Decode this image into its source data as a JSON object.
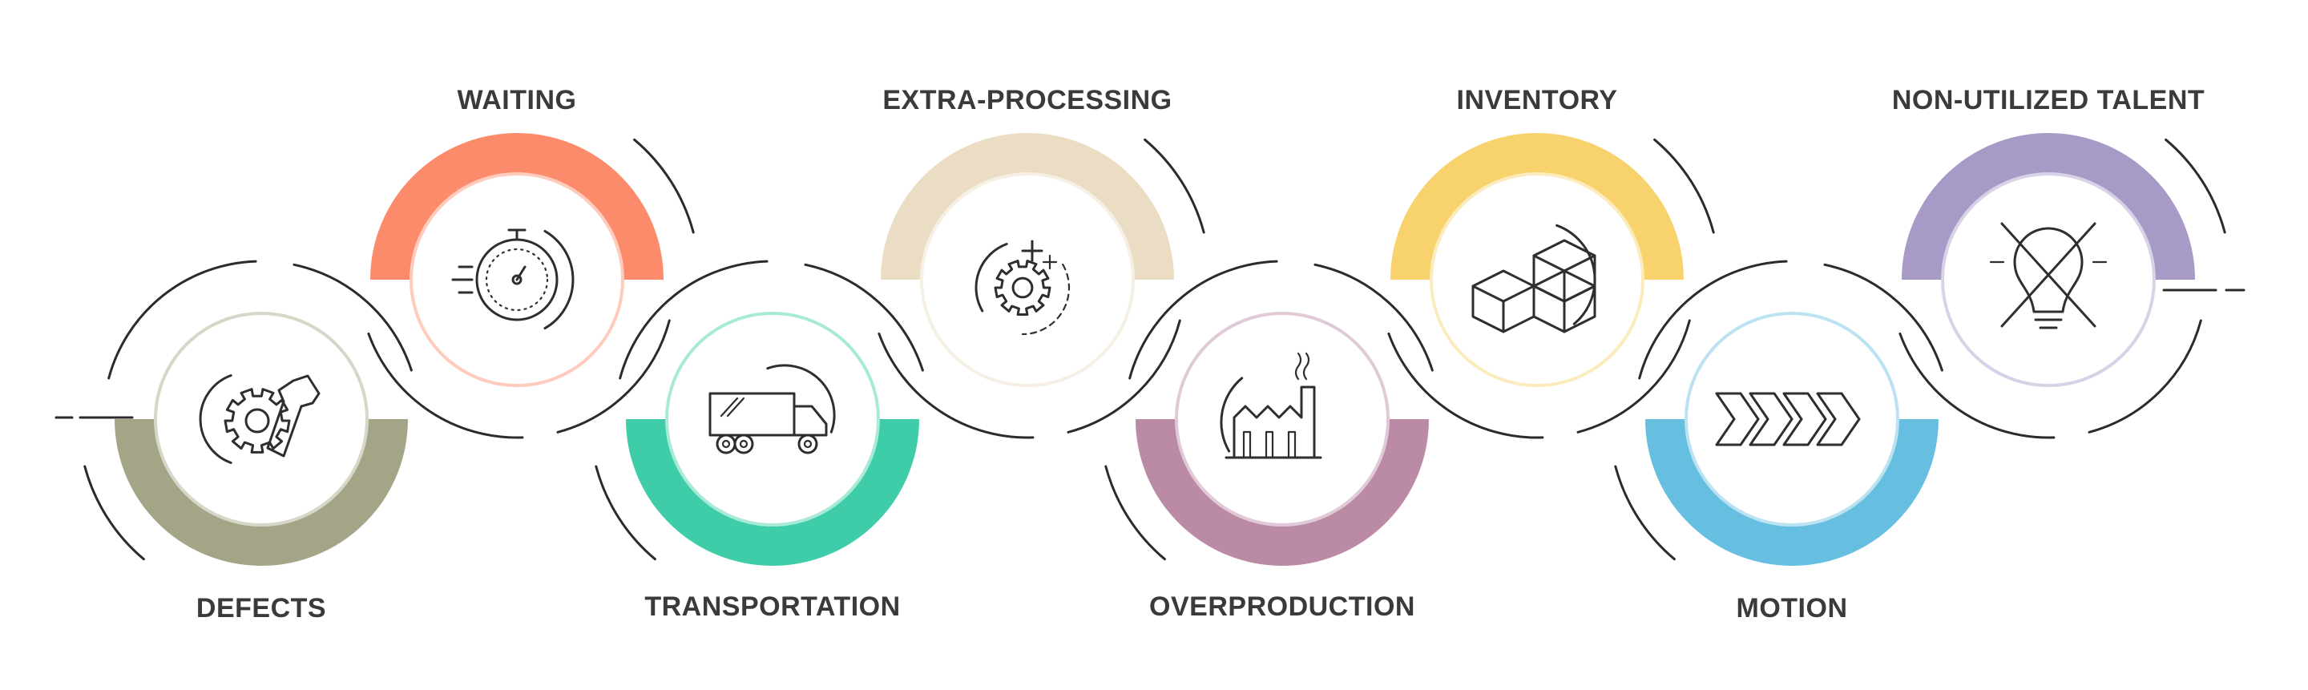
{
  "diagram": {
    "steps": [
      {
        "label": "DEFECTS",
        "color": "#a4a587",
        "half": "bottom",
        "icon": "gear-wrench-icon"
      },
      {
        "label": "WAITING",
        "color": "#fc8b6c",
        "half": "top",
        "icon": "stopwatch-icon"
      },
      {
        "label": "TRANSPORTATION",
        "color": "#3ecda8",
        "half": "bottom",
        "icon": "truck-icon"
      },
      {
        "label": "EXTRA-PROCESSING",
        "color": "#ebdcc4",
        "half": "top",
        "icon": "gear-process-icon"
      },
      {
        "label": "OVERPRODUCTION",
        "color": "#bb8aa5",
        "half": "bottom",
        "icon": "factory-icon"
      },
      {
        "label": "INVENTORY",
        "color": "#f8d26c",
        "half": "top",
        "icon": "boxes-icon"
      },
      {
        "label": "MOTION",
        "color": "#66bfe0",
        "half": "bottom",
        "icon": "chevrons-icon"
      },
      {
        "label": "NON-UTILIZED TALENT",
        "color": "#a79ac7",
        "half": "top",
        "icon": "crossed-bulb-icon"
      }
    ]
  }
}
